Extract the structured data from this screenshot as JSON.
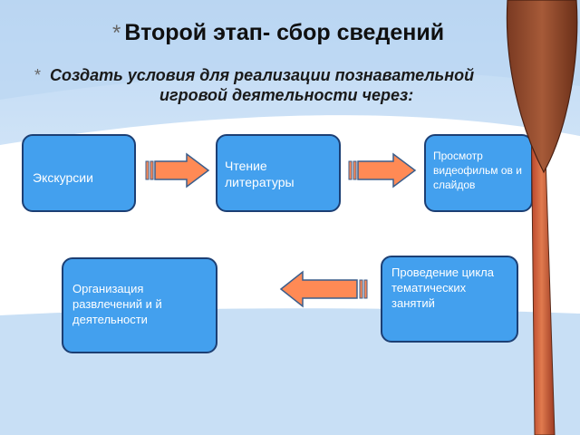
{
  "slide": {
    "title": "Второй этап- сбор  сведений",
    "subtitle_line1": "Создать условия для реализации познавательной",
    "subtitle_line2": "игровой деятельности через:"
  },
  "boxes": {
    "excursions": "Экскурсии",
    "reading": "Чтение литературы",
    "video": "Просмотр видеофильм ов и слайдов",
    "lessons": "Проведение цикла тематических занятий",
    "entertainment": "Организация развлечений и й деятельности"
  },
  "colors": {
    "box_fill": "#43a0ee",
    "box_border": "#1c3f74",
    "arrow_fill": "#ff8a55",
    "background_band": "#c5def5",
    "pole": "#c8502a"
  }
}
